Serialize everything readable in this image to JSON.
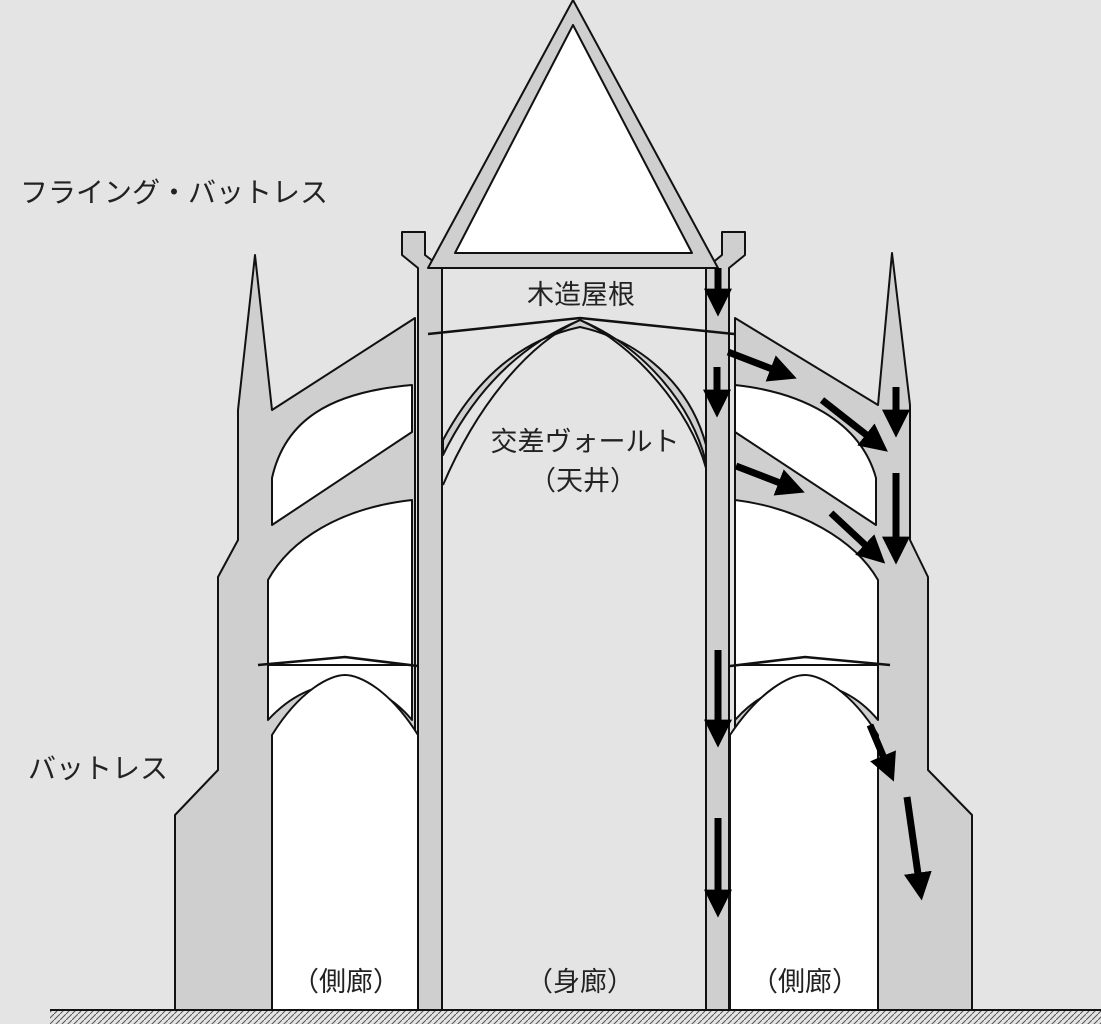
{
  "labels": {
    "flying_buttress": "フライング・バットレス",
    "buttress": "バットレス",
    "wooden_roof": "木造屋根",
    "cross_vault": "交差ヴォールト",
    "ceiling": "（天井）",
    "aisle_left": "（側廊）",
    "nave": "（身廊）",
    "aisle_right": "（側廊）"
  },
  "colors": {
    "background": "#e4e4e4",
    "structure_fill": "#cfcfcf",
    "void_fill": "#ffffff",
    "outline": "#111111",
    "force_arrow": "#000000"
  }
}
